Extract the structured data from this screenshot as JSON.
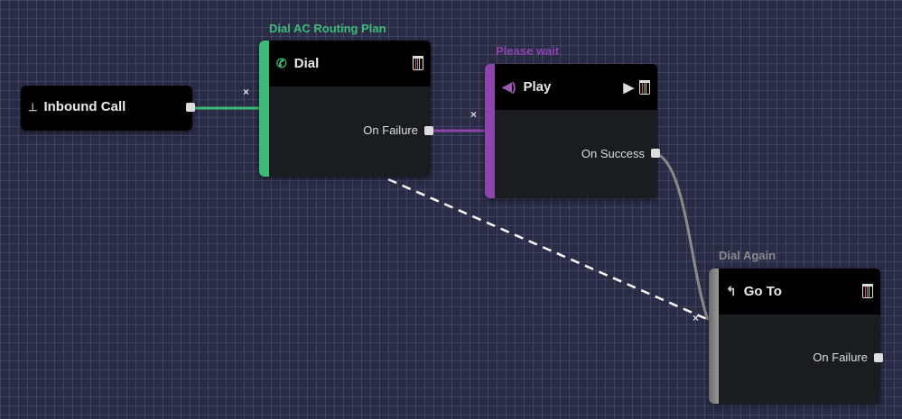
{
  "colors": {
    "dial": "#3dbb78",
    "play": "#8e44ad",
    "goto": "#8a8a8a"
  },
  "nodes": {
    "inbound": {
      "title": "Inbound Call",
      "icon": "sitemap-icon"
    },
    "dial": {
      "caption": "Dial AC Routing Plan",
      "title": "Dial",
      "icon": "phone-icon",
      "output": "On Failure"
    },
    "play": {
      "caption": "Please wait",
      "title": "Play",
      "icon": "speaker-icon",
      "output": "On Success"
    },
    "goto": {
      "caption": "Dial Again",
      "title": "Go To",
      "icon": "reply-icon",
      "output": "On Failure"
    }
  },
  "connection_remove_symbol": "×"
}
